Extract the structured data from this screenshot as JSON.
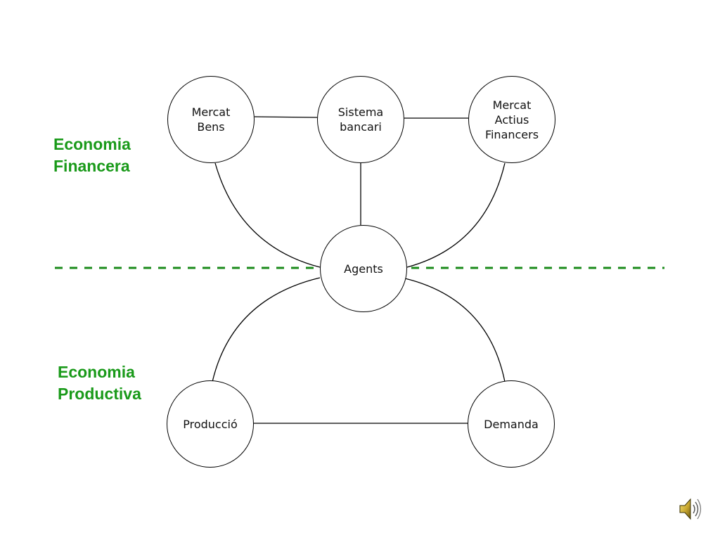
{
  "sections": {
    "financial": [
      "Economia",
      "Financera"
    ],
    "productive": [
      "Economia",
      "Productiva"
    ]
  },
  "nodes": {
    "mercat_bens": "Mercat\nBens",
    "sistema_bancari": "Sistema\nbancari",
    "mercat_actius": "Mercat\nActius\nFinancers",
    "agents": "Agents",
    "produccio": "Producció",
    "demanda": "Demanda"
  },
  "colors": {
    "section_label": "#1a9a1a",
    "divider": "#1a8a1a",
    "node_border": "#000000"
  },
  "icons": {
    "speaker": "speaker-icon"
  }
}
